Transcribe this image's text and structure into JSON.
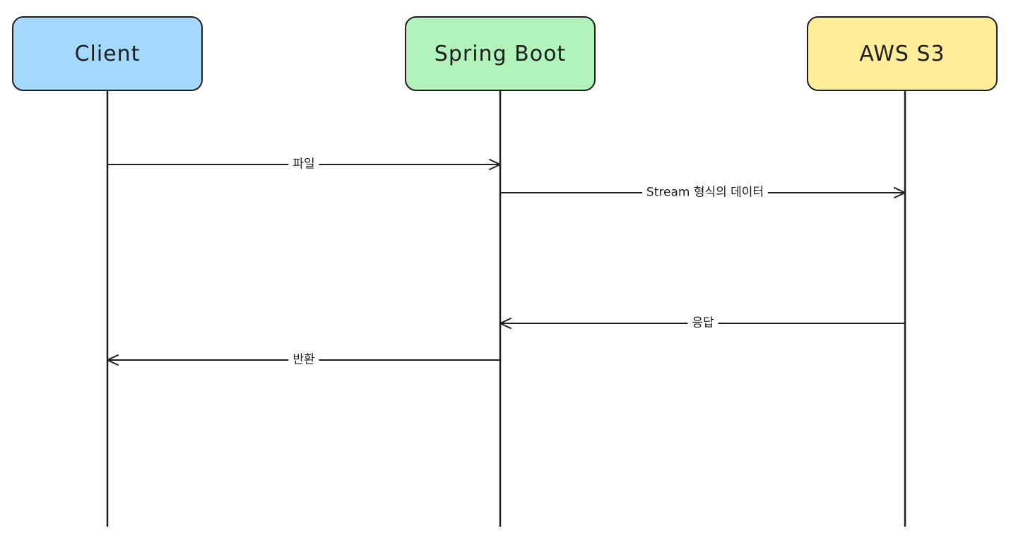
{
  "diagram": {
    "type": "sequence-diagram",
    "style": "hand-drawn",
    "colors": {
      "stroke": "#1e1e1e",
      "background": "#ffffff",
      "actor_client_fill": "#a5d8ff",
      "actor_springboot_fill": "#b2f2bb",
      "actor_awss3_fill": "#ffec99"
    },
    "actors": [
      {
        "id": "client",
        "label": "Client"
      },
      {
        "id": "spring-boot",
        "label": "Spring Boot"
      },
      {
        "id": "aws-s3",
        "label": "AWS S3"
      }
    ],
    "messages": [
      {
        "from": "client",
        "to": "spring-boot",
        "direction": "right",
        "label": "파일"
      },
      {
        "from": "spring-boot",
        "to": "aws-s3",
        "direction": "right",
        "label": "Stream 형식의 데이터"
      },
      {
        "from": "aws-s3",
        "to": "spring-boot",
        "direction": "left",
        "label": "응답"
      },
      {
        "from": "spring-boot",
        "to": "client",
        "direction": "left",
        "label": "반환"
      }
    ]
  }
}
